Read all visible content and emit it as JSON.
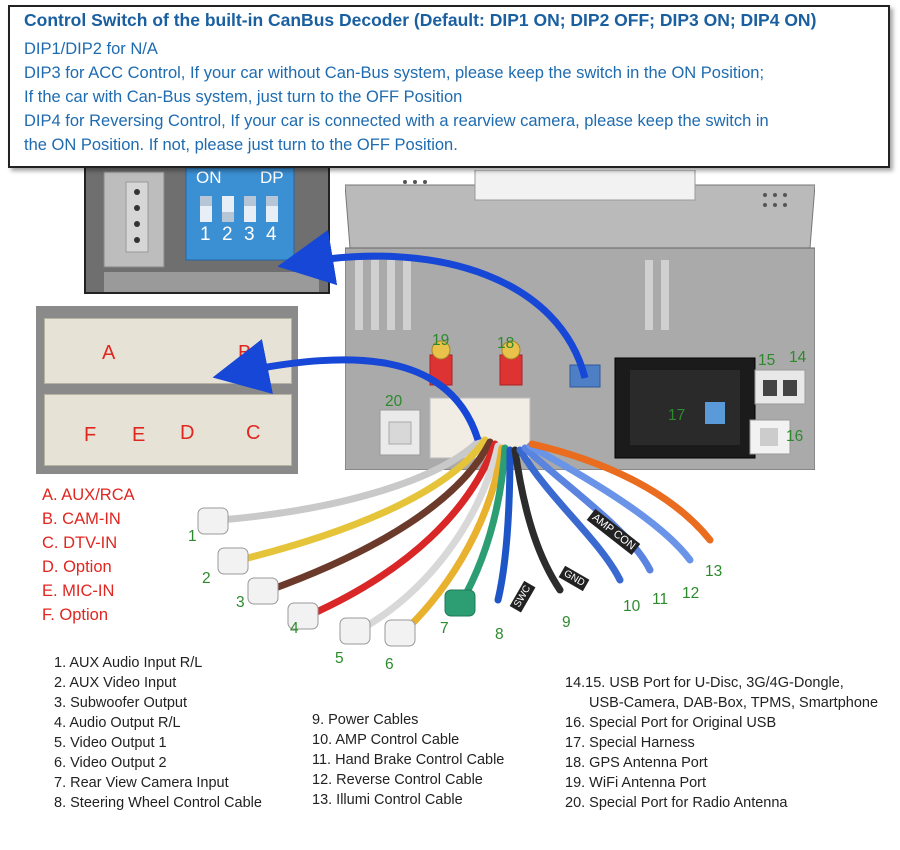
{
  "info": {
    "title": "Control Switch of the built-in CanBus Decoder (Default: DIP1 ON; DIP2 OFF; DIP3 ON; DIP4 ON)",
    "lines": [
      "DIP1/DIP2 for N/A",
      "DIP3 for ACC Control, If your car without Can-Bus system, please keep the switch in the ON Position;",
      "If the car with Can-Bus system, just turn to the OFF Position",
      "DIP4 for Reversing Control, If your car is connected with a rearview camera, please keep the switch in",
      "the ON Position. If not, please just turn to the OFF Position."
    ]
  },
  "dip_switch": {
    "on_label": "ON",
    "brand_label": "DP",
    "numbers": [
      "1",
      "2",
      "3",
      "4"
    ]
  },
  "ports": [
    "A",
    "B",
    "F",
    "E",
    "D",
    "C"
  ],
  "port_legend": [
    "A. AUX/RCA",
    "B. CAM-IN",
    "C. DTV-IN",
    "D. Option",
    "E. MIC-IN",
    "F. Option"
  ],
  "callouts": [
    "1",
    "2",
    "3",
    "4",
    "5",
    "6",
    "7",
    "8",
    "9",
    "10",
    "11",
    "12",
    "13",
    "14",
    "15",
    "16",
    "17",
    "18",
    "19",
    "20"
  ],
  "cable_tags": [
    "AMP CON",
    "GND",
    "SWC"
  ],
  "list_col1": [
    "1. AUX Audio Input R/L",
    "2. AUX Video Input",
    "3. Subwoofer Output",
    "4. Audio Output R/L",
    "5. Video Output 1",
    "6. Video Output 2",
    "7. Rear View Camera Input",
    "8. Steering Wheel Control Cable"
  ],
  "list_col2": [
    "9. Power Cables",
    "10. AMP Control Cable",
    "11. Hand Brake Control Cable",
    "12. Reverse Control Cable",
    "13. Illumi Control Cable"
  ],
  "list_col3": [
    "14.15. USB Port for U-Disc, 3G/4G-Dongle,",
    "USB-Camera, DAB-Box, TPMS, Smartphone",
    "16. Special Port for Original USB",
    "17. Special Harness",
    "18. GPS Antenna Port",
    "19. WiFi Antenna Port",
    "20. Special Port for Radio Antenna"
  ],
  "colors": {
    "title_blue": "#1a5fa0",
    "text_blue": "#1e6bb0",
    "port_red": "#e0261f",
    "callout_green": "#2c8a2c",
    "arrow_blue": "#1747d6"
  }
}
